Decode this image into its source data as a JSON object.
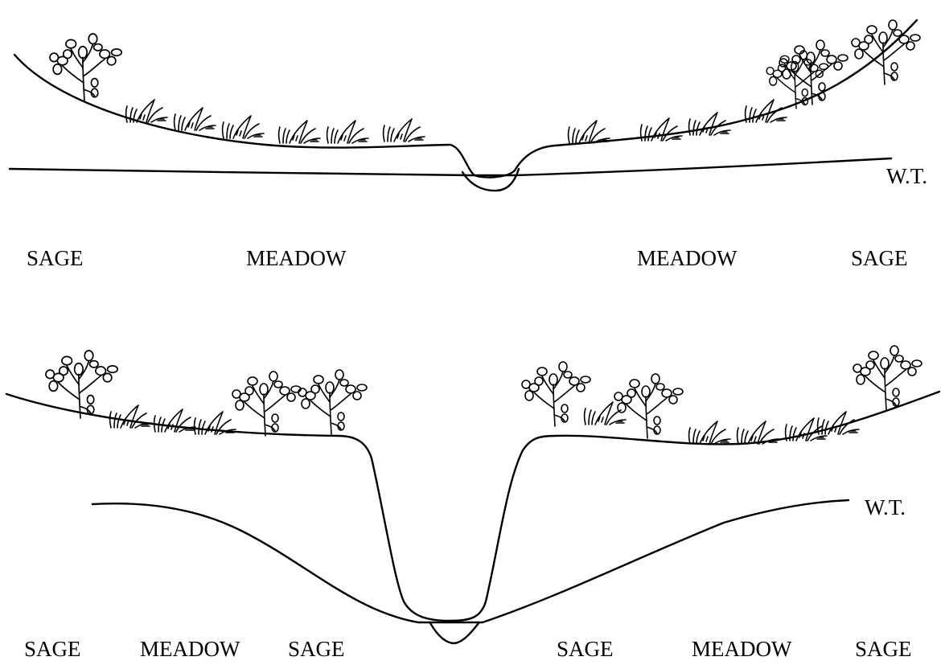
{
  "top_panel": {
    "wt_label": "W.T.",
    "zones": [
      "SAGE",
      "MEADOW",
      "MEADOW",
      "SAGE"
    ]
  },
  "bottom_panel": {
    "wt_label": "W.T.",
    "zones": [
      "SAGE",
      "MEADOW",
      "SAGE",
      "SAGE",
      "MEADOW",
      "SAGE"
    ]
  }
}
